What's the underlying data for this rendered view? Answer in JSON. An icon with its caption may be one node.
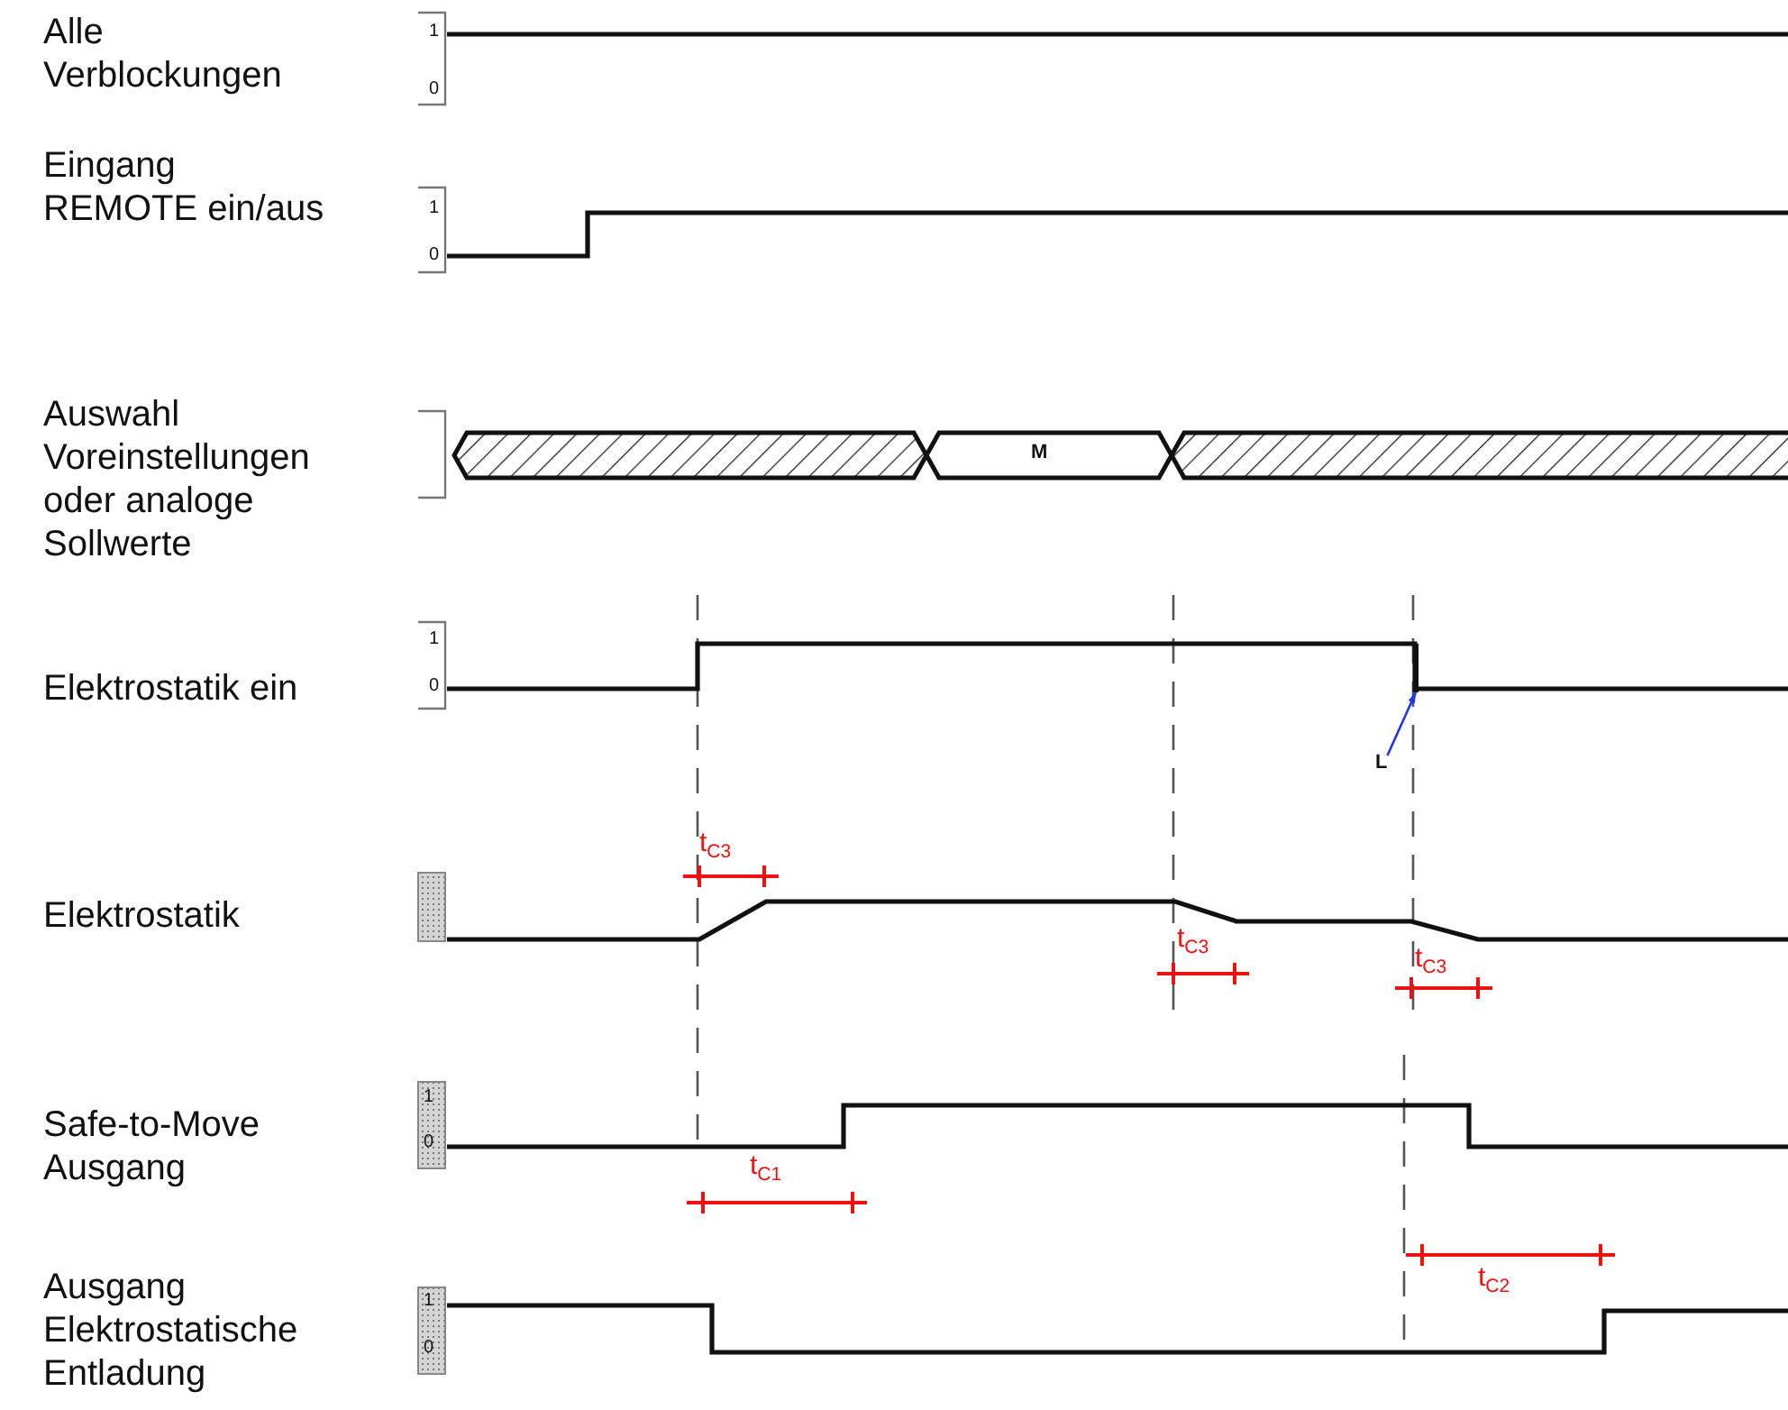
{
  "diagram": {
    "nodes": [
      {
        "text": [
          "L"
        ]
      },
      {
        "text": [],
        "shape": "bar"
      }
    ],
    "edges": [
      {
        "from": 0,
        "to": 1,
        "arrow": "to",
        "color": "#2233ee"
      }
    ],
    "labels": [
      "Alle Verblockungen",
      "1",
      "0",
      "Eingang REMOTE ein/aus",
      "1",
      "0",
      "Auswahl Voreinstellungen oder analoge Sollwerte",
      "M",
      "Elektrostatik ein",
      "1",
      "0",
      "t$_{C3}$",
      "Elektrostatik",
      "t$_{C3}$",
      "t$_{C3}$",
      "Safe-to-Move Ausgang",
      "1",
      "0",
      "t$_{C1}$",
      "t$_{C2}$",
      "Ausgang Elektrostatische Entladung",
      "1",
      "0"
    ]
  }
}
